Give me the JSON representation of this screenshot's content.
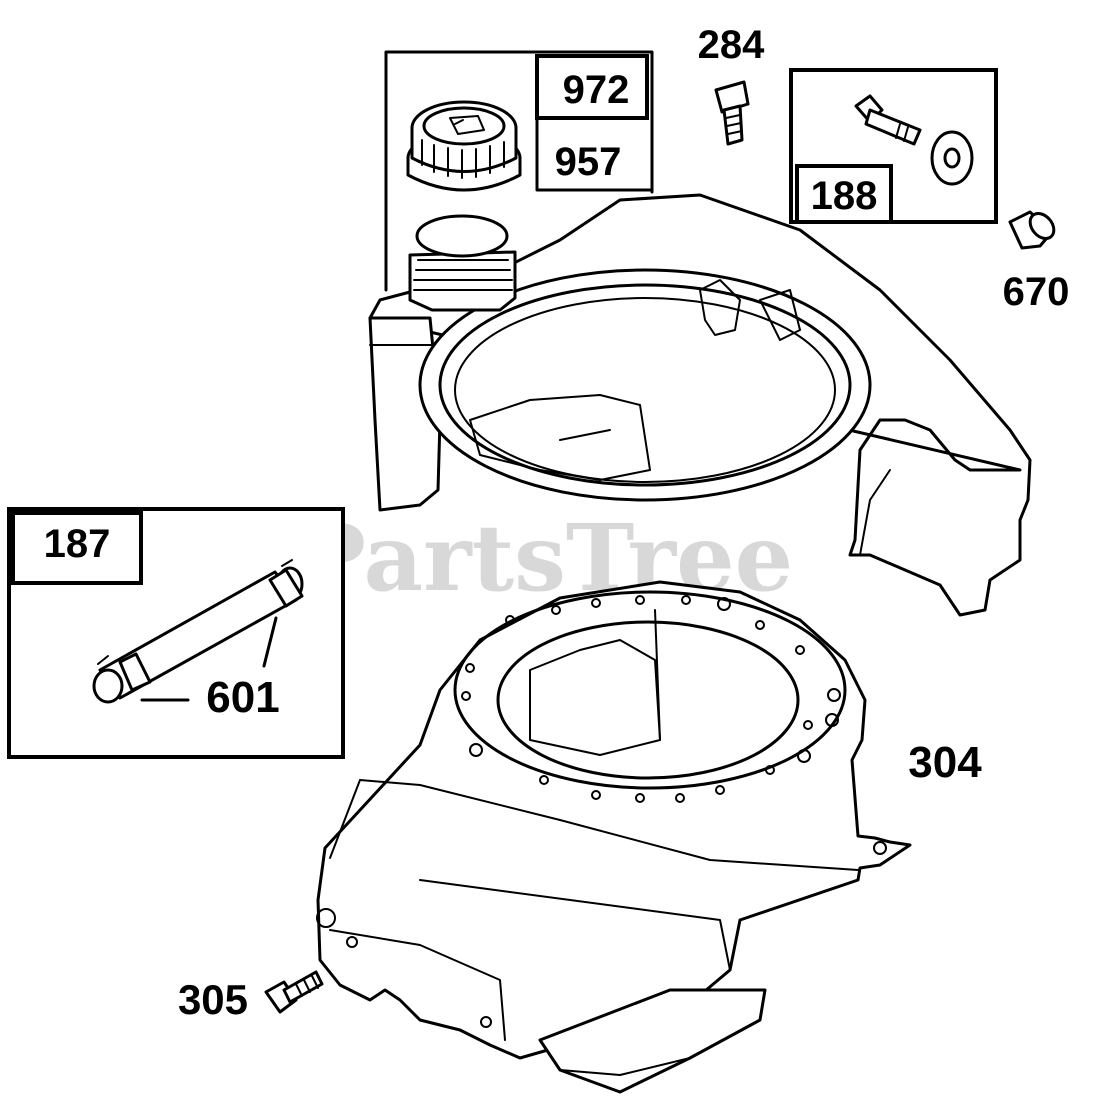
{
  "diagram": {
    "watermark": "PartsTree",
    "labels": {
      "p972": "972",
      "p957": "957",
      "p284": "284",
      "p188": "188",
      "p670": "670",
      "p187": "187",
      "p601": "601",
      "p304": "304",
      "p305": "305"
    }
  }
}
